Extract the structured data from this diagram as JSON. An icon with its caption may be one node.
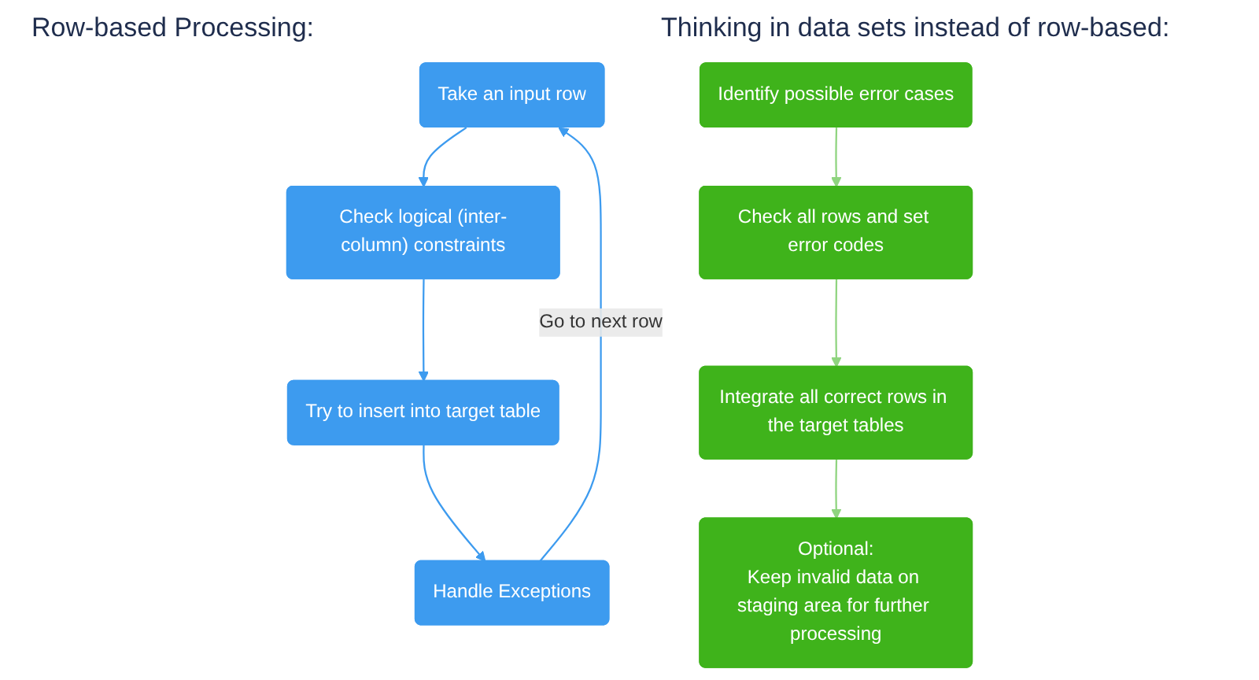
{
  "diagram": {
    "nodes": [
      {
        "text": [
          "Take an input row"
        ]
      },
      {
        "text": [
          "Check logical (inter-column) constraints"
        ]
      },
      {
        "text": [
          "Try to insert into target table"
        ]
      },
      {
        "text": [
          "Handle Exceptions"
        ]
      },
      {
        "text": [
          "Identify possible error cases"
        ]
      },
      {
        "text": [
          "Check all rows and set error codes"
        ]
      },
      {
        "text": [
          "Integrate all correct rows in the target tables"
        ]
      },
      {
        "text": [
          "Optional:",
          "Keep invalid data on staging area for further processing"
        ]
      }
    ],
    "edges": [
      {
        "from": 0,
        "to": 1,
        "arrow": "to"
      },
      {
        "from": 1,
        "to": 2,
        "arrow": "to"
      },
      {
        "from": 2,
        "to": 3,
        "arrow": "to"
      },
      {
        "from": 3,
        "to": 0,
        "arrow": "to",
        "label": "Go to next row"
      },
      {
        "from": 4,
        "to": 5,
        "arrow": "to",
        "color": "#8fd47f"
      },
      {
        "from": 5,
        "to": 6,
        "arrow": "to",
        "color": "#8fd47f"
      },
      {
        "from": 6,
        "to": 7,
        "arrow": "to",
        "color": "#8fd47f"
      }
    ],
    "labels": [
      "Row-based Processing:",
      "Thinking in data sets instead of row-based:"
    ]
  }
}
